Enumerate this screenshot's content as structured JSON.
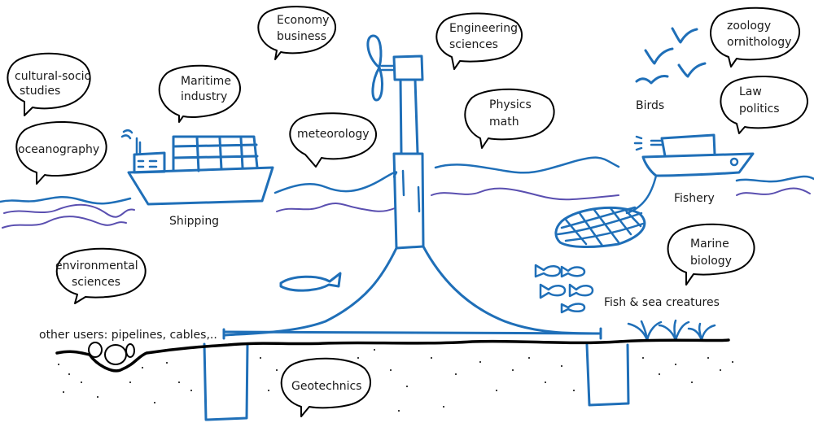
{
  "diagram": {
    "type": "concept sketch",
    "subject": "Offshore wind turbine and related disciplines / stakeholders",
    "bubbles": [
      {
        "id": "cultural-socio",
        "lines": [
          "cultural-socio",
          "studies"
        ]
      },
      {
        "id": "oceanography",
        "lines": [
          "oceanography"
        ]
      },
      {
        "id": "maritime-industry",
        "lines": [
          "Maritime",
          "industry"
        ]
      },
      {
        "id": "economy",
        "lines": [
          "Economy",
          "business"
        ]
      },
      {
        "id": "meteorology",
        "lines": [
          "meteorology"
        ]
      },
      {
        "id": "engineering",
        "lines": [
          "Engineering",
          "sciences"
        ]
      },
      {
        "id": "physics",
        "lines": [
          "Physics",
          "math"
        ]
      },
      {
        "id": "zoology",
        "lines": [
          "zoology",
          "ornithology"
        ]
      },
      {
        "id": "law",
        "lines": [
          "Law",
          "politics"
        ]
      },
      {
        "id": "environmental",
        "lines": [
          "environmental",
          "sciences"
        ]
      },
      {
        "id": "marine-biology",
        "lines": [
          "Marine",
          "biology"
        ]
      },
      {
        "id": "geotechnics",
        "lines": [
          "Geotechnics"
        ]
      }
    ],
    "labels": {
      "shipping": "Shipping",
      "birds": "Birds",
      "fishery": "Fishery",
      "fish": "Fish & sea creatures",
      "other_users": "other users: pipelines, cables,.."
    },
    "colors": {
      "drawing": "#1f6fb8",
      "wave_secondary": "#5a4fb0",
      "outline": "#000000",
      "background": "#ffffff"
    }
  }
}
